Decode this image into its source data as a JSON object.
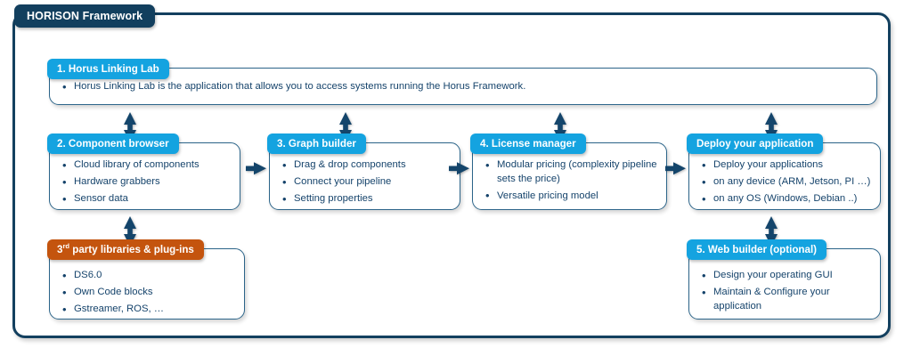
{
  "frame": {
    "title": "HORISON Framework",
    "border_color": "#13405f",
    "title_bg": "#123f5e"
  },
  "theme": {
    "tab_blue": "#14a3e0",
    "tab_orange": "#c4540e",
    "card_border": "#2b6489",
    "text_blue": "#15436b",
    "arrow_color": "#14456b"
  },
  "cards": {
    "horus": {
      "title": "1. Horus Linking Lab",
      "items": [
        "Horus Linking Lab is the application that allows you to access systems running the Horus Framework."
      ]
    },
    "component_browser": {
      "title": "2. Component browser",
      "items": [
        "Cloud library of components",
        "Hardware grabbers",
        "Sensor data"
      ]
    },
    "graph_builder": {
      "title": "3. Graph builder",
      "items": [
        "Drag & drop components",
        "Connect your pipeline",
        "Setting properties"
      ]
    },
    "license_manager": {
      "title": "4. License manager",
      "items": [
        "Modular pricing (complexity pipeline sets the price)",
        "Versatile pricing model"
      ]
    },
    "deploy": {
      "title": "Deploy your application",
      "items": [
        "Deploy your applications",
        "on any device (ARM, Jetson, PI …)",
        "on any OS (Windows, Debian ..)"
      ]
    },
    "third_party": {
      "title_prefix": "3",
      "title_sup": "rd",
      "title_rest": " party libraries & plug-ins",
      "items": [
        "DS6.0",
        "Own Code blocks",
        "Gstreamer, ROS,  …"
      ]
    },
    "web_builder": {
      "title": "5. Web builder (optional)",
      "items": [
        "Design your operating GUI",
        "Maintain & Configure your application"
      ]
    }
  },
  "connectors": [
    {
      "name": "horus-to-component-browser",
      "type": "double-vertical"
    },
    {
      "name": "horus-to-graph-builder",
      "type": "double-vertical"
    },
    {
      "name": "horus-to-license-manager",
      "type": "double-vertical"
    },
    {
      "name": "horus-to-deploy",
      "type": "double-vertical"
    },
    {
      "name": "component-browser-to-graph-builder",
      "type": "single-right"
    },
    {
      "name": "graph-builder-to-license-manager",
      "type": "single-right"
    },
    {
      "name": "license-manager-to-deploy",
      "type": "single-right"
    },
    {
      "name": "component-browser-to-third-party",
      "type": "double-vertical"
    },
    {
      "name": "deploy-to-web-builder",
      "type": "double-vertical"
    }
  ]
}
